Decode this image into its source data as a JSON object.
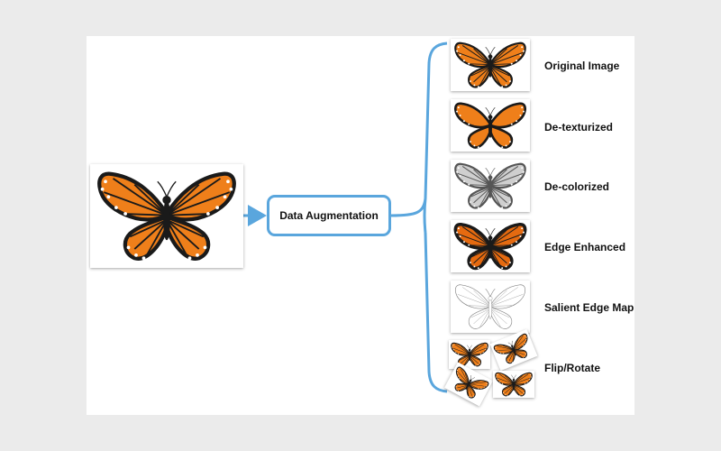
{
  "diagram": {
    "center_box": {
      "label": "Data Augmentation"
    },
    "outputs": [
      {
        "label": "Original Image",
        "style": "orange"
      },
      {
        "label": "De-texturized",
        "style": "orange-flat"
      },
      {
        "label": "De-colorized",
        "style": "gray"
      },
      {
        "label": "Edge Enhanced",
        "style": "edge"
      },
      {
        "label": "Salient Edge Map",
        "style": "outline"
      },
      {
        "label": "Flip/Rotate",
        "style": "flip"
      }
    ],
    "colors": {
      "accent_line": "#5aa6dd",
      "wing_orange": "#ef7f1a",
      "wing_dark": "#1a1a1a",
      "background": "#ebebeb"
    }
  }
}
